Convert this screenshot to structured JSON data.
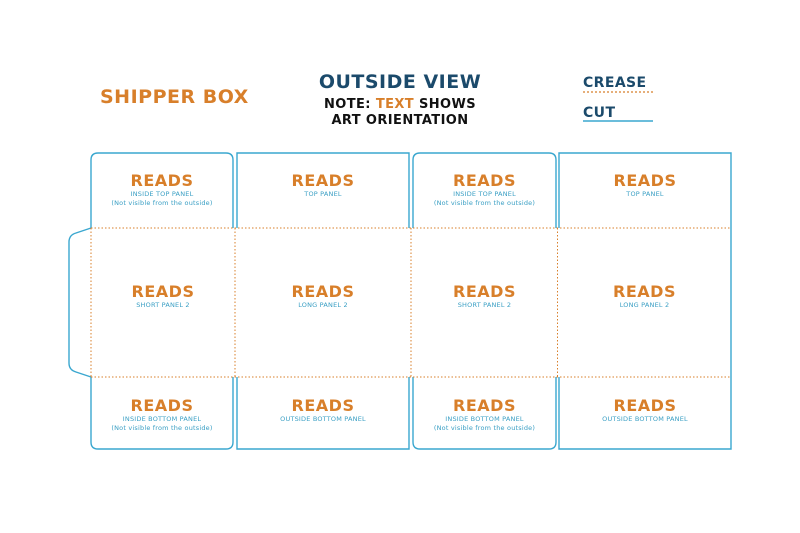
{
  "title": "SHIPPER BOX",
  "view_title": "OUTSIDE VIEW",
  "note": {
    "prefix": "NOTE: ",
    "accent": "TEXT",
    "suffix": " SHOWS",
    "line2": "ART ORIENTATION"
  },
  "legend": {
    "crease": "CREASE",
    "cut": "CUT",
    "crease_color": "#d87f2a",
    "cut_color": "#3aa7cf"
  },
  "panels": {
    "row1": [
      {
        "reads": "READS",
        "line1": "INSIDE TOP PANEL",
        "line2": "(Not visible from the outside)"
      },
      {
        "reads": "READS",
        "line1": "TOP PANEL",
        "line2": ""
      },
      {
        "reads": "READS",
        "line1": "INSIDE TOP PANEL",
        "line2": "(Not visible from the outside)"
      },
      {
        "reads": "READS",
        "line1": "TOP PANEL",
        "line2": ""
      }
    ],
    "row2": [
      {
        "reads": "READS",
        "line1": "SHORT PANEL 2",
        "line2": ""
      },
      {
        "reads": "READS",
        "line1": "LONG PANEL 2",
        "line2": ""
      },
      {
        "reads": "READS",
        "line1": "SHORT PANEL 2",
        "line2": ""
      },
      {
        "reads": "READS",
        "line1": "LONG PANEL 2",
        "line2": ""
      }
    ],
    "row3": [
      {
        "reads": "READS",
        "line1": "INSIDE BOTTOM PANEL",
        "line2": "(Not visible from the outside)"
      },
      {
        "reads": "READS",
        "line1": "OUTSIDE BOTTOM PANEL",
        "line2": ""
      },
      {
        "reads": "READS",
        "line1": "INSIDE BOTTOM PANEL",
        "line2": "(Not visible from the outside)"
      },
      {
        "reads": "READS",
        "line1": "OUTSIDE BOTTOM PANEL",
        "line2": ""
      }
    ]
  }
}
